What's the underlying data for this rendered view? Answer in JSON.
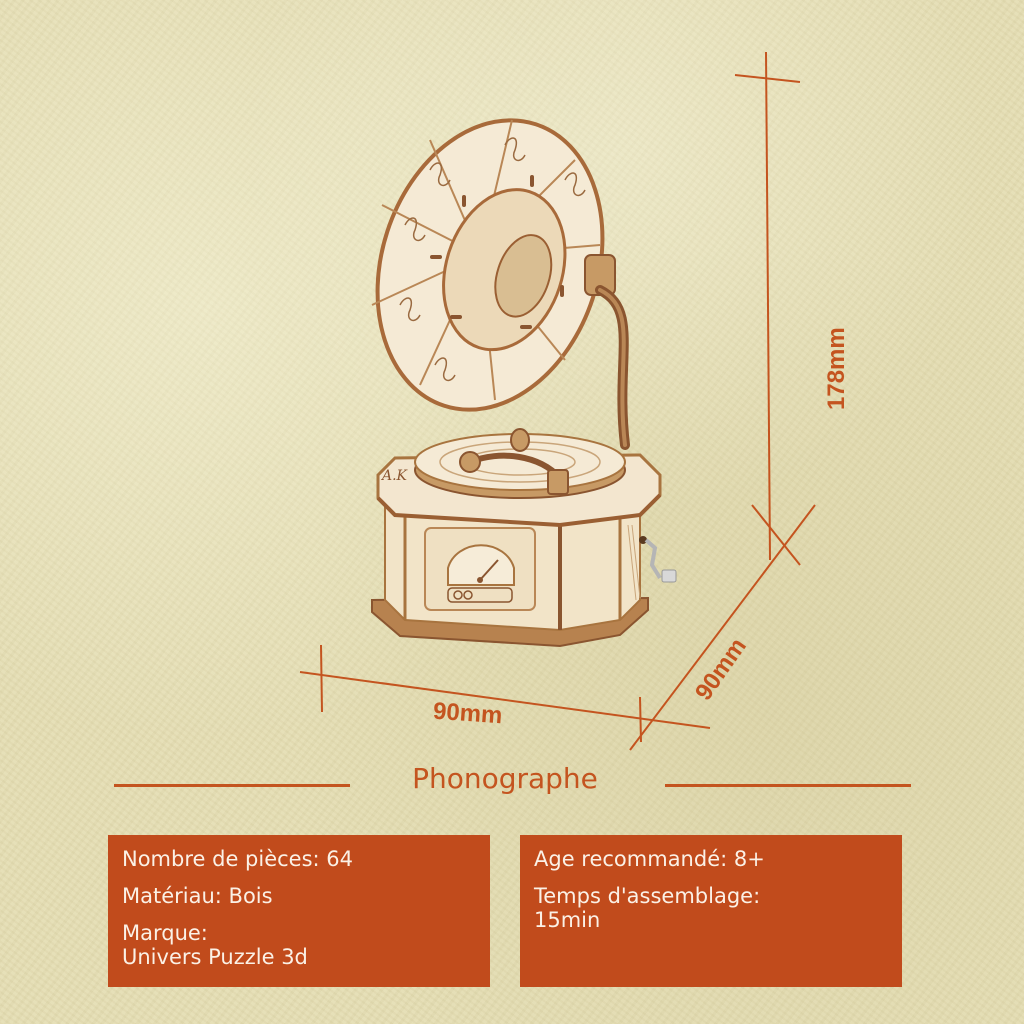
{
  "product": {
    "name": "Phonographe",
    "image_alt": "Wooden 3D puzzle phonograph model with horn, turntable, dial and crank handle"
  },
  "dimensions": {
    "height": "178mm",
    "width": "90mm",
    "depth": "90mm"
  },
  "specs_left": {
    "pieces": "Nombre de pièces: 64",
    "material": "Matériau: Bois",
    "brand_label": "Marque:",
    "brand_value": "Univers Puzzle 3d"
  },
  "specs_right": {
    "age": "Age recommandé: 8+",
    "assembly_label": "Temps d'assemblage:",
    "assembly_value": "15min"
  },
  "colors": {
    "accent": "#c4541f",
    "panel_bg": "#c14b1c",
    "panel_text": "#fbf1e6",
    "background": "#e4ddb3",
    "wood_light": "#f3e6cf",
    "wood_dark": "#9a5f33"
  }
}
